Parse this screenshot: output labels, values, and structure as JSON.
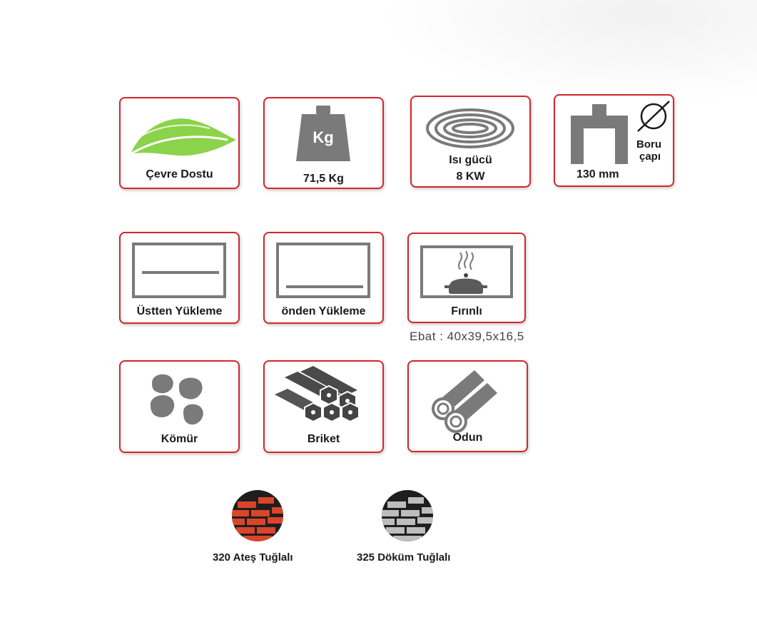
{
  "row1": {
    "eco": {
      "label": "Çevre Dostu",
      "icon": "leaf-icon",
      "color": "#8bd34a"
    },
    "weight": {
      "label": "71,5 Kg",
      "icon_text": "Kg",
      "icon": "weight-icon"
    },
    "heat": {
      "line1": "Isı gücü",
      "line2": "8 KW",
      "icon": "coil-icon"
    },
    "pipe": {
      "value": "130 mm",
      "label_line1": "Boru",
      "label_line2": "çapı",
      "icon": "diameter-icon"
    }
  },
  "row2": {
    "top_loading": {
      "label": "Üstten Yükleme",
      "icon": "top-loading-icon"
    },
    "front_loading": {
      "label": "önden Yükleme",
      "icon": "front-loading-icon"
    },
    "oven": {
      "label": "Fırınlı",
      "icon": "oven-pot-icon"
    },
    "dimensions": "Ebat : 40x39,5x16,5"
  },
  "row3": {
    "coal": {
      "label": "Kömür",
      "icon": "coal-icon"
    },
    "briquette": {
      "label": "Briket",
      "icon": "briquette-icon"
    },
    "wood": {
      "label": "Odun",
      "icon": "firewood-icon"
    }
  },
  "bricks": [
    {
      "label": "320 Ateş Tuğlalı",
      "icon": "fire-brick-icon",
      "color": "#d9452b"
    },
    {
      "label": "325 Döküm Tuğlalı",
      "icon": "cast-brick-icon",
      "color": "#bdbdbd"
    }
  ],
  "colors": {
    "accent": "#d4252c",
    "icon_gray": "#7a7a7a"
  }
}
